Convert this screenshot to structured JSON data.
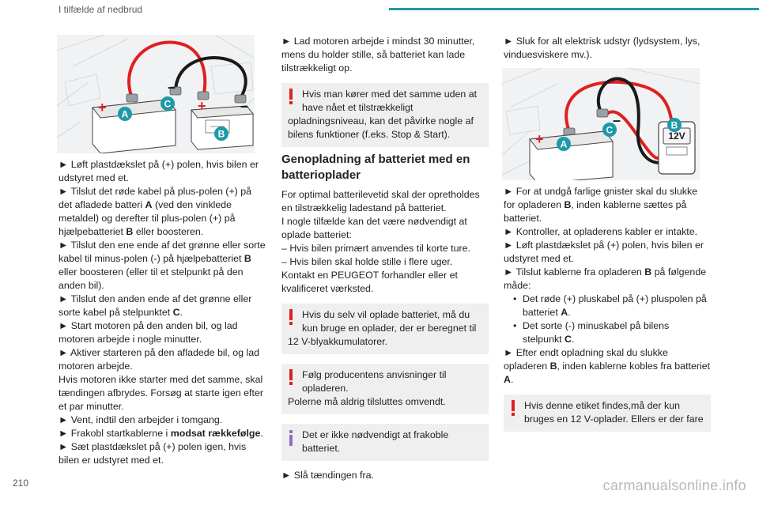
{
  "header": {
    "section_title": "I tilfælde af nedbrud"
  },
  "page_number": "210",
  "watermark": "carmanualsonline.info",
  "figure1": {
    "labels": [
      "A",
      "B",
      "C"
    ],
    "plus": "+",
    "minus": "–"
  },
  "figure2": {
    "labels": [
      "A",
      "B",
      "C"
    ],
    "plus": "+",
    "minus": "–",
    "charger_label": "12V"
  },
  "column1": {
    "paragraphs": [
      "► Løft plastdækslet på (+) polen, hvis bilen er udstyret med et.",
      "► Tilslut det røde kabel på plus-polen (+) på det afladede batteri |A| (ved den vinklede metaldel) og derefter til plus-polen (+) på hjælpebatteriet |B| eller boosteren.",
      "► Tilslut den ene ende af det grønne eller sorte kabel til minus-polen (-) på hjælpebatteriet |B| eller boosteren (eller til et stelpunkt på den anden bil).",
      "► Tilslut den anden ende af det grønne eller sorte kabel på stelpunktet |C|.",
      "► Start motoren på den anden bil, og lad motoren arbejde i nogle minutter.",
      "► Aktiver starteren på den afladede bil, og lad motoren arbejde.",
      "Hvis motoren ikke starter med det samme, skal tændingen afbrydes. Forsøg at starte igen efter et par minutter.",
      "► Vent, indtil den arbejder i tomgang.",
      "► Frakobl startkablerne i |modsat rækkefølge|.",
      "► Sæt plastdækslet på (+) polen igen, hvis bilen er udstyret med et."
    ]
  },
  "column2": {
    "intro": "► Lad motoren arbejde i mindst 30 minutter, mens du holder stille, så batteriet kan lade tilstrækkeligt op.",
    "warning1": {
      "first": "Hvis man kører med det samme uden at have nået et tilstrækkeligt",
      "rest": "opladningsniveau, kan det påvirke nogle af bilens funktioner (f.eks. Stop & Start)."
    },
    "section_title": "Genopladning af batteriet med en batterioplader",
    "body": [
      "For optimal batterilevetid skal der opretholdes en tilstrækkelig ladestand på batteriet.",
      "I nogle tilfælde kan det være nødvendigt at oplade batteriet:",
      "– Hvis bilen primært anvendes til korte ture.",
      "– Hvis bilen skal holde stille i flere uger.",
      "Kontakt en PEUGEOT forhandler eller et kvalificeret værksted."
    ],
    "warning2": {
      "first": "Hvis du selv vil oplade batteriet, må du kun bruge en oplader, der er beregnet til",
      "rest": "12 V-blyakkumulatorer."
    },
    "warning3": {
      "first": "Følg producentens anvisninger til opladeren.",
      "rest": "Polerne må aldrig tilsluttes omvendt."
    },
    "info1": {
      "text": "Det er ikke nødvendigt at frakoble batteriet."
    },
    "outro": "► Slå tændingen fra."
  },
  "column3": {
    "intro": "► Sluk for alt elektrisk udstyr (lydsystem, lys, vinduesviskere mv.).",
    "paragraphs": [
      "► For at undgå farlige gnister skal du slukke for opladeren |B|, inden kablerne sættes på batteriet.",
      "► Kontroller, at opladerens kabler er intakte.",
      "► Løft plastdækslet på (+) polen, hvis bilen er udstyret med et.",
      "► Tilslut kablerne fra opladeren |B| på følgende måde:"
    ],
    "bullets": [
      "Det røde (+) pluskabel på (+) pluspolen på batteriet |A|.",
      "Det sorte (-) minuskabel på bilens stelpunkt |C|."
    ],
    "after": "► Efter endt opladning skal du slukke opladeren |B|, inden kablerne kobles fra batteriet |A|.",
    "warning4": {
      "first": "Hvis denne etiket findes,må der kun bruges en 12 V-oplader. Ellers er der fare"
    }
  }
}
